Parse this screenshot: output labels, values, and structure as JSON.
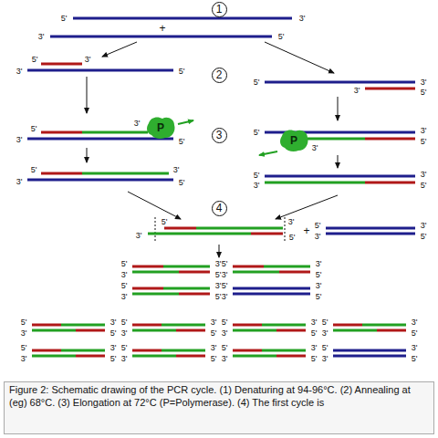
{
  "diagram": {
    "caption": "Figure 2: Schematic drawing of the PCR cycle. (1) Denaturing at 94-96°C. (2) Annealing at (eg) 68°C. (3) Elongation at 72°C (P=Polymerase). (4) The first cycle is",
    "nodes": [
      {
        "text": [
          "1"
        ]
      },
      {
        "text": [
          "2"
        ]
      },
      {
        "text": [
          "P"
        ]
      },
      {
        "text": [
          "3"
        ]
      },
      {
        "text": [
          "P"
        ]
      },
      {
        "text": [
          "4"
        ]
      }
    ],
    "labels": [
      "5'",
      "3'",
      "+",
      "3'",
      "5'",
      "5'",
      "3'",
      "3'",
      "5'",
      "5'",
      "3'",
      "3'",
      "5'",
      "5'",
      "3'",
      "3'",
      "5'",
      "5'",
      "3'",
      "3'",
      "5'",
      "5'",
      "3'",
      "3'",
      "5'",
      "5'",
      "3'",
      "3'",
      "5'",
      "5'",
      "3'",
      "3'",
      "5'",
      "+",
      "5'",
      "3'",
      "3'",
      "5'",
      "5'",
      "3'",
      "3'",
      "5'",
      "5'",
      "3'",
      "3'",
      "5'",
      "5'",
      "3'",
      "3'",
      "5'",
      "5'",
      "3'",
      "3'",
      "5'",
      "5'",
      "3'",
      "3'",
      "5'",
      "5'",
      "3'",
      "3'",
      "5'",
      "5'",
      "3'",
      "3'",
      "5'",
      "5'",
      "3'",
      "3'",
      "5'",
      "5'",
      "3'",
      "3'",
      "5'",
      "5'",
      "3'",
      "3'",
      "5'",
      "5'",
      "3'",
      "3'",
      "5'",
      "5'",
      "3'",
      "3'",
      "5'"
    ]
  }
}
